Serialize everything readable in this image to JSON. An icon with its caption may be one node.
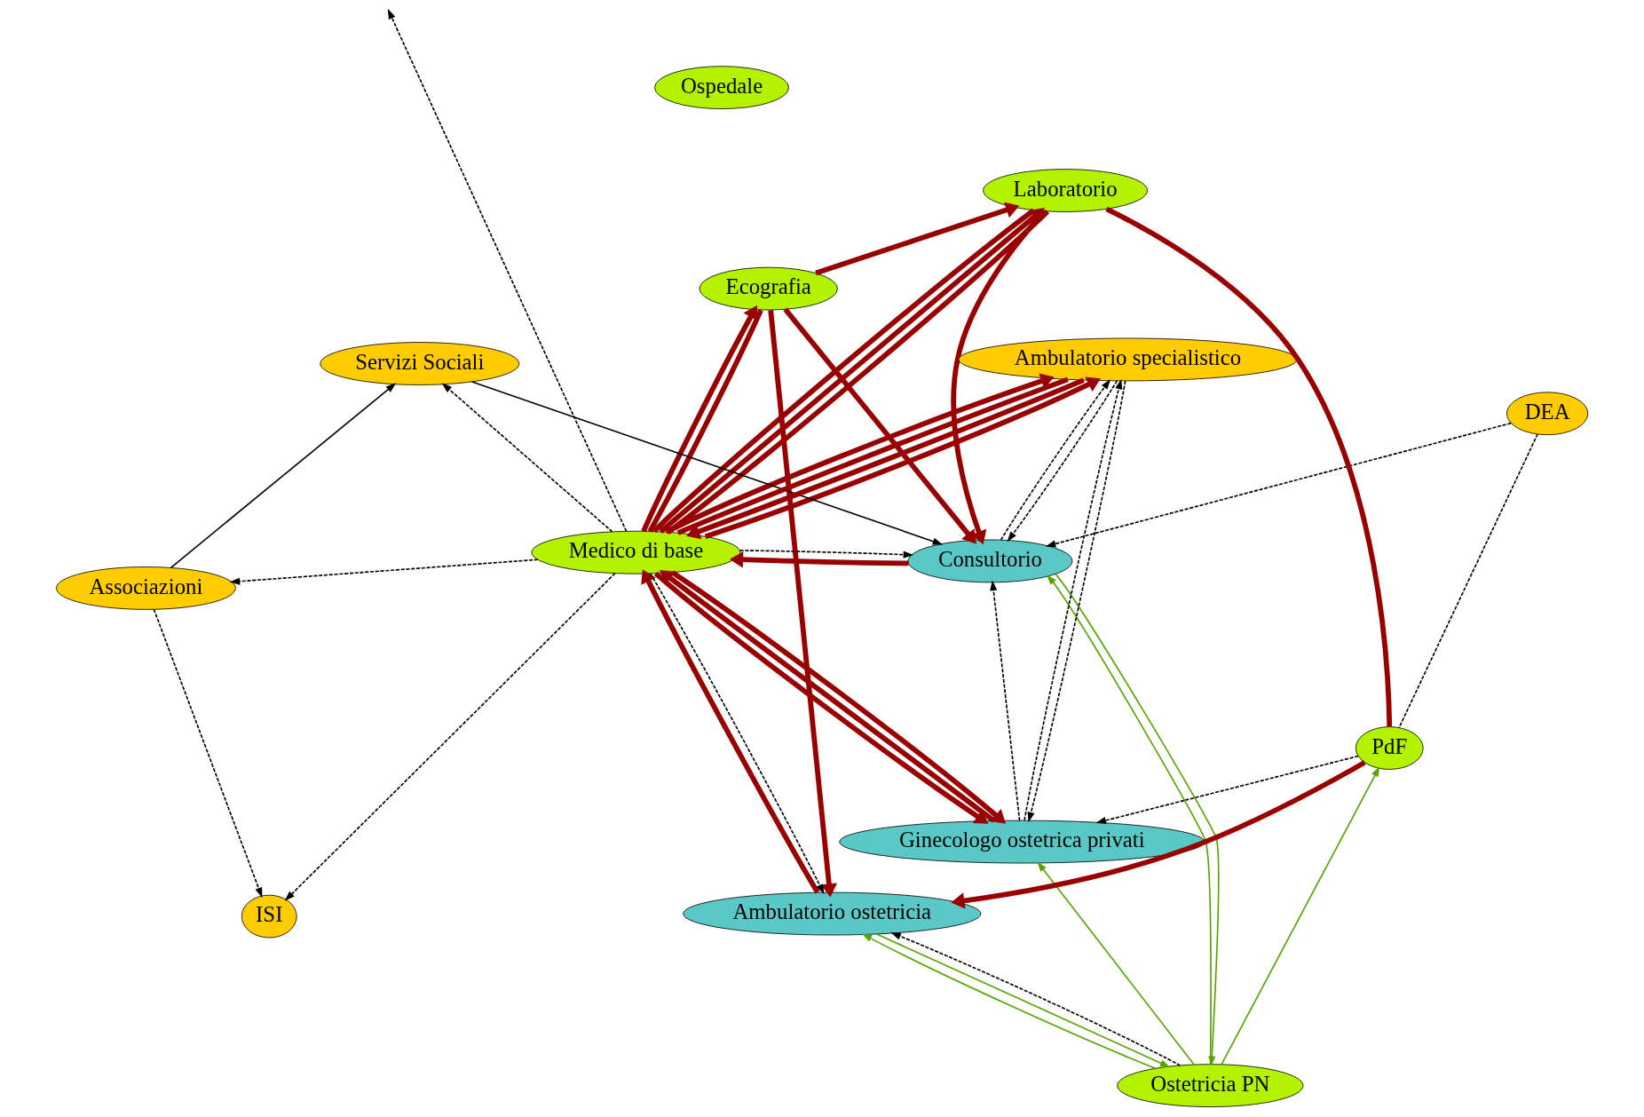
{
  "diagram": {
    "nodes": [
      {
        "text": [
          "Ospedale"
        ]
      },
      {
        "text": [
          "Laboratorio"
        ]
      },
      {
        "text": [
          "DEA"
        ]
      },
      {
        "text": [
          "Ostetricia PN"
        ]
      },
      {
        "text": [
          "Consultorio"
        ]
      },
      {
        "text": [
          "Ecografia"
        ]
      },
      {
        "text": [
          "PdF"
        ]
      },
      {
        "text": [
          "Ambulatorio ostetricia"
        ]
      },
      {
        "text": [
          "Medico di base"
        ]
      },
      {
        "text": [
          "Servizi Sociali"
        ]
      },
      {
        "text": [
          "Ginecologo ostetrica privati"
        ]
      },
      {
        "text": [
          "ISI"
        ]
      },
      {
        "text": [
          "Associazioni"
        ]
      },
      {
        "text": [
          "Ambulatorio specialistico"
        ]
      }
    ],
    "edges": [
      {
        "from": 1,
        "to": 4,
        "arrow": "to",
        "style": "thick"
      },
      {
        "from": 6,
        "to": 1,
        "arrow": "none",
        "style": "thick"
      },
      {
        "from": 8,
        "to": 1,
        "arrow": "none",
        "style": "thick"
      },
      {
        "from": 5,
        "to": 1,
        "arrow": "to",
        "style": "thick"
      },
      {
        "from": 8,
        "to": 1,
        "arrow": "to",
        "style": "thick"
      },
      {
        "from": 1,
        "to": 8,
        "arrow": "none",
        "style": "thick"
      },
      {
        "from": 5,
        "to": 4,
        "arrow": "to",
        "style": "thick"
      },
      {
        "from": 6,
        "to": 7,
        "arrow": "to",
        "style": "thick"
      },
      {
        "from": 5,
        "to": 7,
        "arrow": "to",
        "style": "thick"
      },
      {
        "from": 7,
        "to": 8,
        "arrow": "to",
        "style": "thick"
      },
      {
        "from": 4,
        "to": 8,
        "arrow": "to",
        "style": "thick"
      },
      {
        "from": 8,
        "to": 5,
        "arrow": "to",
        "style": "thick"
      },
      {
        "from": 8,
        "to": 5,
        "arrow": "none",
        "style": "thick"
      },
      {
        "from": 8,
        "to": 10,
        "arrow": "to",
        "style": "thick"
      },
      {
        "from": 10,
        "to": 8,
        "arrow": "to",
        "style": "thick"
      },
      {
        "from": 8,
        "to": 10,
        "arrow": "to",
        "style": "thick"
      },
      {
        "from": 8,
        "to": 13,
        "arrow": "to",
        "style": "thick"
      },
      {
        "from": 13,
        "to": 8,
        "arrow": "to",
        "style": "thick"
      },
      {
        "from": 8,
        "to": 13,
        "arrow": "to",
        "style": "thick"
      },
      {
        "from": 13,
        "to": 8,
        "arrow": "none",
        "style": "thick"
      },
      {
        "from": 4,
        "to": 3,
        "arrow": "to",
        "color": "#55a500"
      },
      {
        "from": 3,
        "to": 4,
        "arrow": "to",
        "color": "#55a500"
      },
      {
        "from": 3,
        "to": 6,
        "arrow": "to",
        "color": "#55a500"
      },
      {
        "from": 3,
        "to": 7,
        "arrow": "to",
        "color": "#55a500"
      },
      {
        "from": 7,
        "to": 3,
        "arrow": "to",
        "color": "#55a500"
      },
      {
        "from": 3,
        "to": 10,
        "arrow": "to",
        "color": "#55a500"
      },
      {
        "from": 9,
        "to": 4,
        "arrow": "to",
        "color": "#000000"
      },
      {
        "from": 12,
        "to": 9,
        "arrow": "to",
        "color": "#000000"
      },
      {
        "from": 2,
        "to": 4,
        "arrow": "to",
        "style": "dashed",
        "color": "#000000"
      },
      {
        "from": 2,
        "to": 6,
        "arrow": "none",
        "style": "dashed",
        "color": "#000000"
      },
      {
        "from": 3,
        "to": 7,
        "arrow": "to",
        "style": "dashed",
        "color": "#000000"
      },
      {
        "from": 6,
        "to": 10,
        "arrow": "to",
        "style": "dashed",
        "color": "#000000"
      },
      {
        "from": 8,
        "to": 4,
        "arrow": "to",
        "style": "dashed",
        "color": "#000000"
      },
      {
        "from": 8,
        "to": 7,
        "arrow": "to",
        "style": "dashed",
        "color": "#000000"
      },
      {
        "from": 8,
        "to": 9,
        "arrow": "to",
        "style": "dashed",
        "color": "#000000"
      },
      {
        "from": 8,
        "to": 11,
        "arrow": "to",
        "style": "dashed",
        "color": "#000000"
      },
      {
        "from": 8,
        "to": 12,
        "arrow": "to",
        "style": "dashed",
        "color": "#000000"
      },
      {
        "from": 8,
        "to": null,
        "arrow": "to",
        "style": "dashed",
        "color": "#000000"
      },
      {
        "from": 12,
        "to": 11,
        "arrow": "to",
        "style": "dashed",
        "color": "#000000"
      },
      {
        "from": 13,
        "to": 4,
        "arrow": "to",
        "style": "dashed",
        "color": "#000000"
      },
      {
        "from": 10,
        "to": 4,
        "arrow": "to",
        "style": "dashed",
        "color": "#000000"
      },
      {
        "from": 4,
        "to": 13,
        "arrow": "to",
        "style": "dashed",
        "color": "#000000"
      },
      {
        "from": 13,
        "to": 10,
        "arrow": "to",
        "style": "dashed",
        "color": "#000000"
      },
      {
        "from": 10,
        "to": 13,
        "arrow": "to",
        "style": "dashed",
        "color": "#000000"
      }
    ]
  }
}
